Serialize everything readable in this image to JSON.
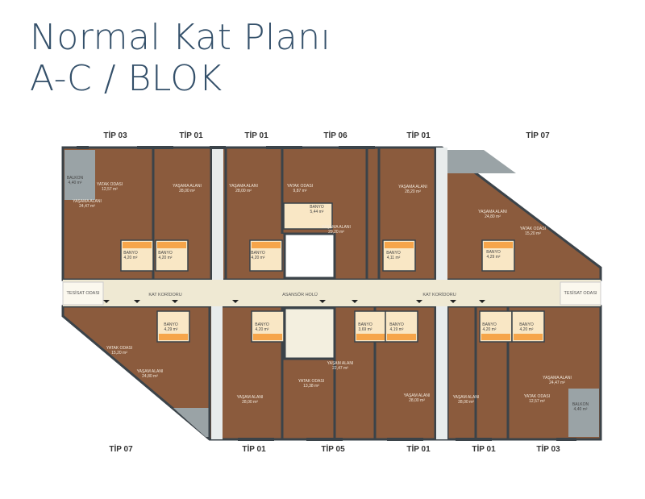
{
  "header": {
    "title_line1": "Normal Kat Planı",
    "title_line2": "A-C / BLOK"
  },
  "top_types": [
    "TİP 03",
    "TİP 01",
    "TİP 01",
    "TİP 06",
    "TİP 01",
    "TİP 07"
  ],
  "bottom_types": [
    "TİP 07",
    "TİP 01",
    "TİP 05",
    "TİP 01",
    "TİP 01",
    "TİP 03"
  ],
  "corridor_labels": [
    "TESİSAT ODASI",
    "KAT KORİDORU",
    "ASANSÖR HOLÜ",
    "KAT KORİDORU",
    "TESİSAT ODASI"
  ],
  "rooms": [
    {
      "name": "BALKON",
      "area": "4,40 m²",
      "tone": "dark"
    },
    {
      "name": "YATAK ODASI",
      "area": "12,57 m²"
    },
    {
      "name": "YAŞAMA ALANI",
      "area": "24,47 m²"
    },
    {
      "name": "YAŞAMA ALANI",
      "area": "28,00 m²"
    },
    {
      "name": "YAŞAMA ALANI",
      "area": "28,00 m²"
    },
    {
      "name": "YATAK ODASI",
      "area": "9,87 m²"
    },
    {
      "name": "BANYO",
      "area": "5,44 m²",
      "tone": "dark"
    },
    {
      "name": "YAŞAMA ALANI",
      "area": "29,20 m²"
    },
    {
      "name": "YAŞAMA ALANI",
      "area": "28,20 m²"
    },
    {
      "name": "YAŞAMA ALANI",
      "area": "24,80 m²"
    },
    {
      "name": "YATAK ODASI",
      "area": "15,20 m²"
    },
    {
      "name": "BANYO",
      "area": "4,20 m²",
      "tone": "dark"
    },
    {
      "name": "BANYO",
      "area": "4,20 m²",
      "tone": "dark"
    },
    {
      "name": "BANYO",
      "area": "4,20 m²",
      "tone": "dark"
    },
    {
      "name": "BANYO",
      "area": "4,11 m²",
      "tone": "dark"
    },
    {
      "name": "BANYO",
      "area": "4,29 m²",
      "tone": "dark"
    },
    {
      "name": "BANYO",
      "area": "4,29 m²",
      "tone": "dark"
    },
    {
      "name": "BANYO",
      "area": "4,20 m²",
      "tone": "dark"
    },
    {
      "name": "YATAK ODASI",
      "area": "15,20 m²"
    },
    {
      "name": "YAŞAM ALANI",
      "area": "24,80 m²"
    },
    {
      "name": "YATAK ODASI",
      "area": "13,38 m²"
    },
    {
      "name": "YAŞAM ALANI",
      "area": "28,00 m²"
    },
    {
      "name": "BANYO",
      "area": "3,69 m²",
      "tone": "dark"
    },
    {
      "name": "BANYO",
      "area": "4,19 m²",
      "tone": "dark"
    },
    {
      "name": "BANYO",
      "area": "4,20 m²",
      "tone": "dark"
    },
    {
      "name": "BANYO",
      "area": "4,20 m²",
      "tone": "dark"
    },
    {
      "name": "YAŞAM ALANI",
      "area": "22,47 m²"
    },
    {
      "name": "YAŞAM ALANI",
      "area": "28,00 m²"
    },
    {
      "name": "YAŞAM ALANI",
      "area": "28,00 m²"
    },
    {
      "name": "YAŞAMA ALANI",
      "area": "24,47 m²"
    },
    {
      "name": "YATAK ODASI",
      "area": "12,57 m²"
    },
    {
      "name": "BALKON",
      "area": "4,40 m²",
      "tone": "dark"
    }
  ],
  "colors": {
    "title": "#34506a",
    "wood": "#8b5b3d",
    "corridor": "#efe9d3",
    "wall": "#3b4349",
    "bath": "#f6a54a"
  }
}
